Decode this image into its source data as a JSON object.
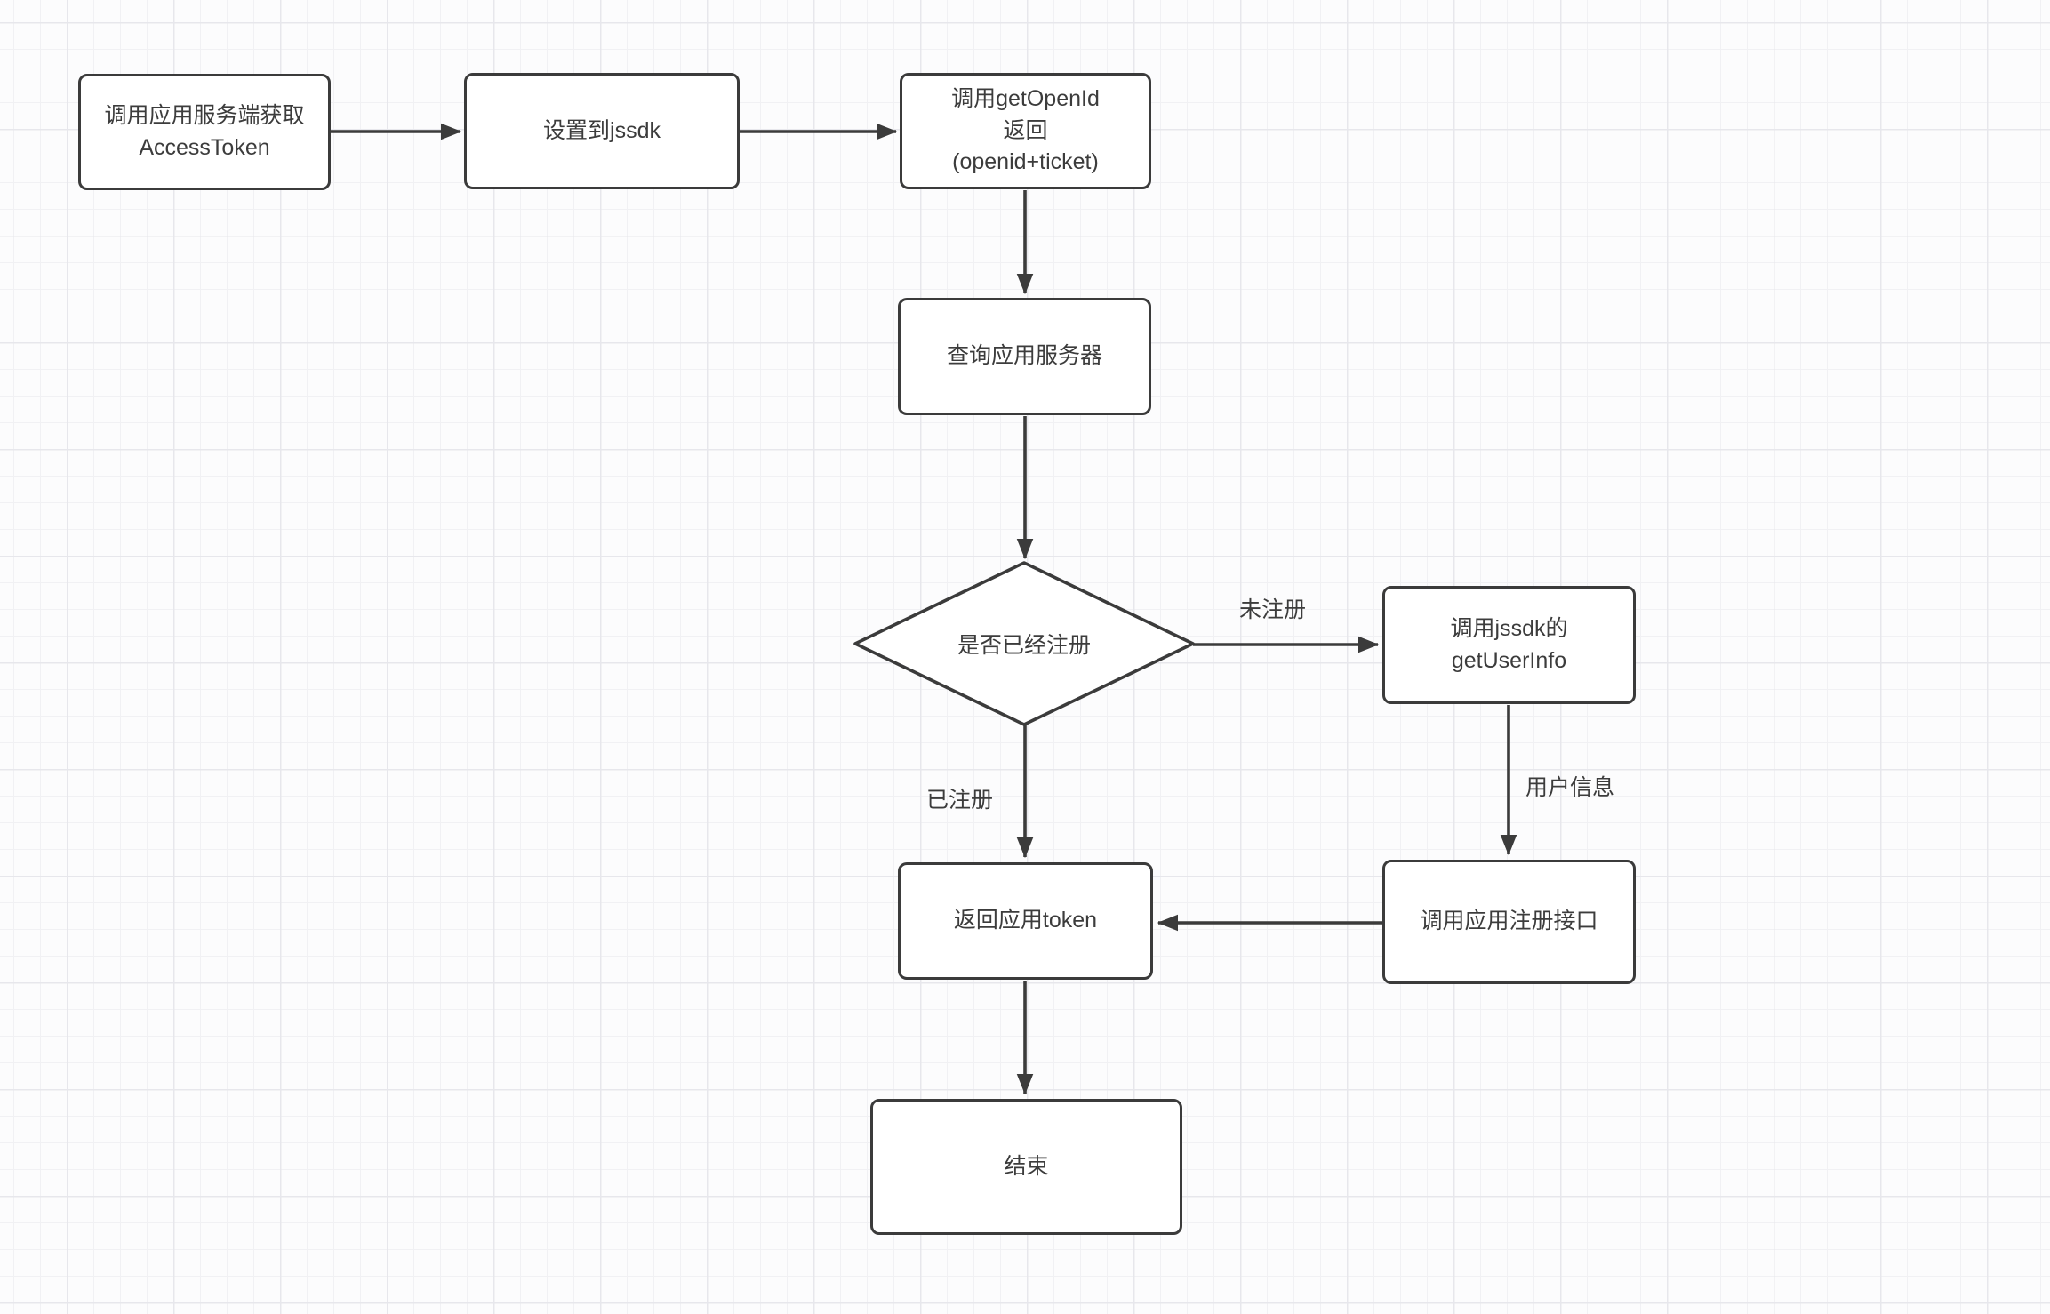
{
  "canvas": {
    "background": "#fcfcfd",
    "grid_minor_color": "#f1f1f4",
    "grid_major_color": "#e7e7ec",
    "stroke_color": "#3b3b3b",
    "node_fill": "#ffffff",
    "text_color": "#3c3c3c"
  },
  "nodes": {
    "get_access_token": {
      "label": "调用应用服务端获取\nAccessToken"
    },
    "set_jssdk": {
      "label": "设置到jssdk"
    },
    "call_get_openid": {
      "label": "调用getOpenId\n返回\n(openid+ticket)"
    },
    "query_app_server": {
      "label": "查询应用服务器"
    },
    "is_registered": {
      "label": "是否已经注册"
    },
    "call_get_userinfo": {
      "label": "调用jssdk的\ngetUserInfo"
    },
    "return_app_token": {
      "label": "返回应用token"
    },
    "call_register_api": {
      "label": "调用应用注册接口"
    },
    "end": {
      "label": "结束"
    }
  },
  "edge_labels": {
    "not_registered": "未注册",
    "registered": "已注册",
    "user_info": "用户信息"
  }
}
